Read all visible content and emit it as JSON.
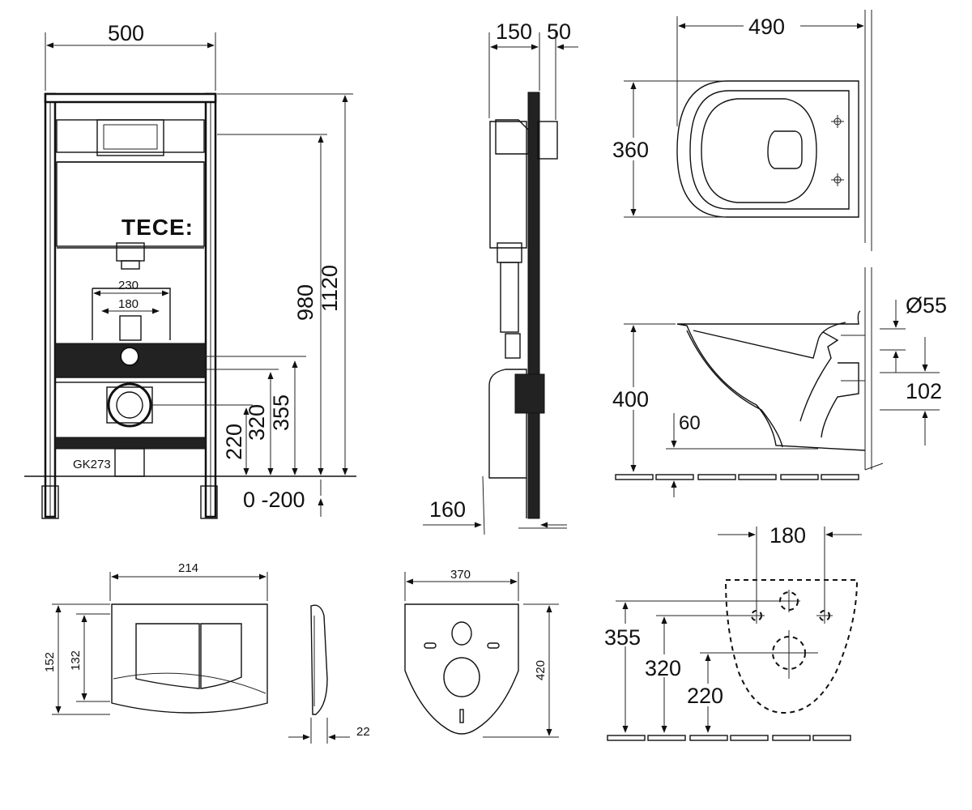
{
  "brand": {
    "logo_text": "TECE:",
    "small_label": "GK273"
  },
  "frame_front": {
    "width": "500",
    "heights": [
      "1120",
      "980"
    ],
    "outlet_centers": [
      "230",
      "180"
    ],
    "heights_low": [
      "355",
      "320",
      "220"
    ],
    "floor_adjust": "0 -200"
  },
  "frame_side": {
    "depths": [
      "150",
      "50"
    ],
    "base_depth": "160"
  },
  "bowl_top": {
    "length": "490",
    "width": "360"
  },
  "bowl_side": {
    "height": "400",
    "inlet_diameter": "Ø55",
    "outlet_gap": "102",
    "rim_offset": "60"
  },
  "bowl_back": {
    "hole_spacing": "180",
    "heights": [
      "355",
      "320",
      "220"
    ]
  },
  "flush_plate": {
    "width": "214",
    "height_outer": "152",
    "height_inner": "132",
    "thickness": "22"
  },
  "soundproof_pad": {
    "width": "370",
    "height": "420"
  }
}
